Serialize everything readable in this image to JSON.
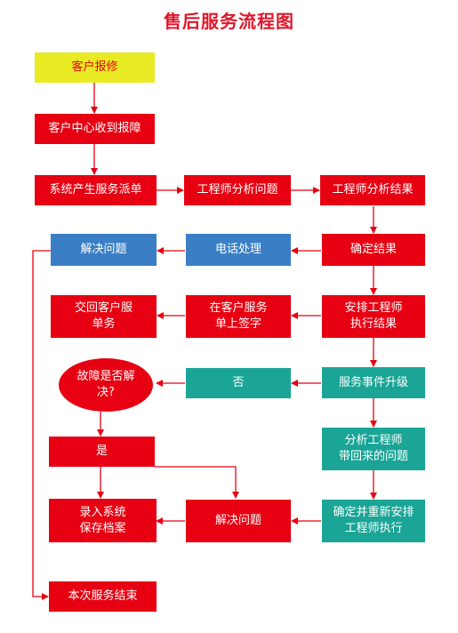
{
  "title": "售后服务流程图",
  "colors": {
    "red": "#e60012",
    "yellow": "#e8ea23",
    "blue": "#3a7fc5",
    "teal": "#1aa596"
  },
  "nodes": {
    "repair_request": "客户报修",
    "service_center": "客户中心收到报障",
    "dispatch": "系统产生服务派单",
    "engineer_analyze": "工程师分析问题",
    "analysis_result": "工程师分析结果",
    "confirm_result": "确定结果",
    "phone_handling": "电话处理",
    "solve_problem_1": "解决问题",
    "arrange_engineer": "安排工程师\n执行结果",
    "sign_form": "在客户服务\n单上签字",
    "return_form": "交回客户服\n单务",
    "fault_resolved": "故障是否解\n决?",
    "no": "否",
    "escalate": "服务事件升级",
    "yes": "是",
    "analyze_return": "分析工程师\n带回来的问题",
    "rearrange": "确定并重新安排\n工程师执行",
    "solve_problem_2": "解决问题",
    "record_system": "录入系统\n保存档案",
    "end_service": "本次服务结束"
  }
}
